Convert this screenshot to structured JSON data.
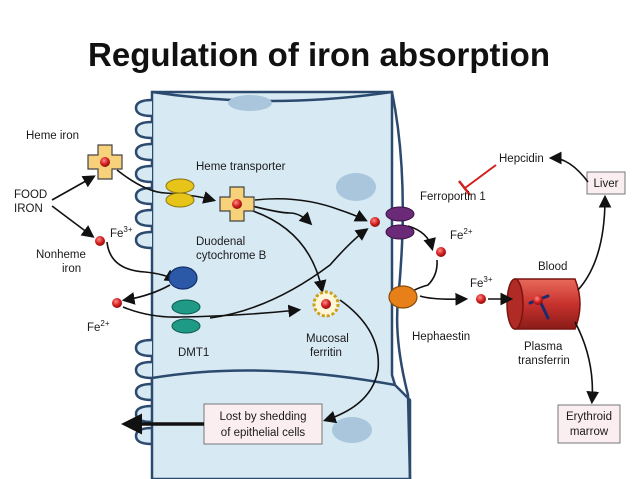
{
  "title": "Regulation of iron absorption",
  "labels": {
    "heme_iron": "Heme iron",
    "food_iron_1": "FOOD",
    "food_iron_2": "IRON",
    "nonheme_iron_1": "Nonheme",
    "nonheme_iron_2": "iron",
    "fe3_left": "Fe",
    "fe3_left_sup": "3+",
    "fe2_left": "Fe",
    "fe2_left_sup": "2+",
    "heme_transporter": "Heme transporter",
    "duodenal_cytb_1": "Duodenal",
    "duodenal_cytb_2": "cytochrome B",
    "dmt1": "DMT1",
    "mucosal_ferritin_1": "Mucosal",
    "mucosal_ferritin_2": "ferritin",
    "ferroportin": "Ferroportin 1",
    "fe2_right": "Fe",
    "fe2_right_sup": "2+",
    "fe3_right": "Fe",
    "fe3_right_sup": "3+",
    "hephaestin": "Hephaestin",
    "hepcidin": "Hepcidin",
    "liver": "Liver",
    "blood": "Blood",
    "plasma_transferrin_1": "Plasma",
    "plasma_transferrin_2": "transferrin",
    "erythroid_marrow_1": "Erythroid",
    "erythroid_marrow_2": "marrow",
    "lost_shedding_1": "Lost by shedding",
    "lost_shedding_2": "of epithelial cells"
  },
  "colors": {
    "cell_fill": "#d7e9f3",
    "cell_border": "#2b4a6e",
    "nucleus": "#a9c6dc",
    "iron_red": "#d42020",
    "heme_yellow": "#f7d27a",
    "transporter_yellow": "#e6c41a",
    "cytb_blue": "#2c58a8",
    "dmt1_teal": "#1f9a86",
    "ferroportin_purple": "#6a2a78",
    "hephaestin_orange": "#e8801a",
    "vessel_red": "#c8322e",
    "hepcidin_red": "#d02020",
    "label_box": "#fbeef0"
  }
}
